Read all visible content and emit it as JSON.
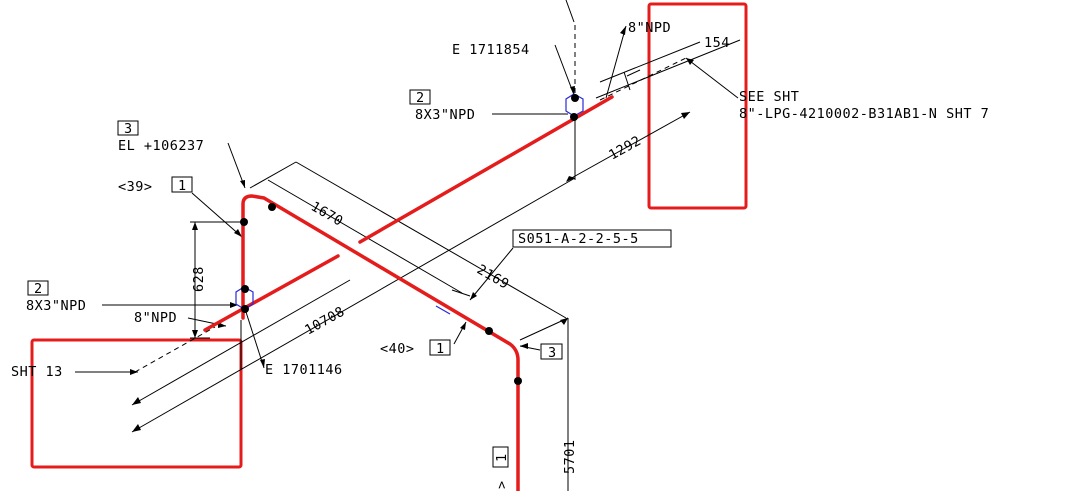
{
  "labels": {
    "e_top": "E 1711854",
    "npd_top": "8\"NPD",
    "dim_154": "154",
    "see_sht": "SEE SHT",
    "sheet_ref": "8\"-LPG-4210002-B31AB1-N SHT 7",
    "tag2_top": "2",
    "npd_8x3_top": "8X3\"NPD",
    "dim_1292": "1292",
    "tag3_el": "3",
    "elevation": "EL +106237",
    "ref_39": "<39>",
    "tag1_39": "1",
    "dim_1670": "1670",
    "spec": "S051-A-2-2-5-5",
    "dim_2169": "2169",
    "dim_628": "628",
    "tag2_left": "2",
    "npd_8x3_left": "8X3\"NPD",
    "npd_left": "8\"NPD",
    "dim_10708": "10708",
    "sht13": "SHT 13",
    "e_bottom": "E 1701146",
    "ref_40": "<40>",
    "tag1_40": "1",
    "tag3_right": "3",
    "dim_5701": "5701",
    "tag1_bottom": "1",
    "ref_bottom": ">"
  },
  "colors": {
    "pipe": "#e51c1c",
    "highlight": "#e51c1c",
    "valve": "#2a2ad8",
    "line": "#000000"
  }
}
